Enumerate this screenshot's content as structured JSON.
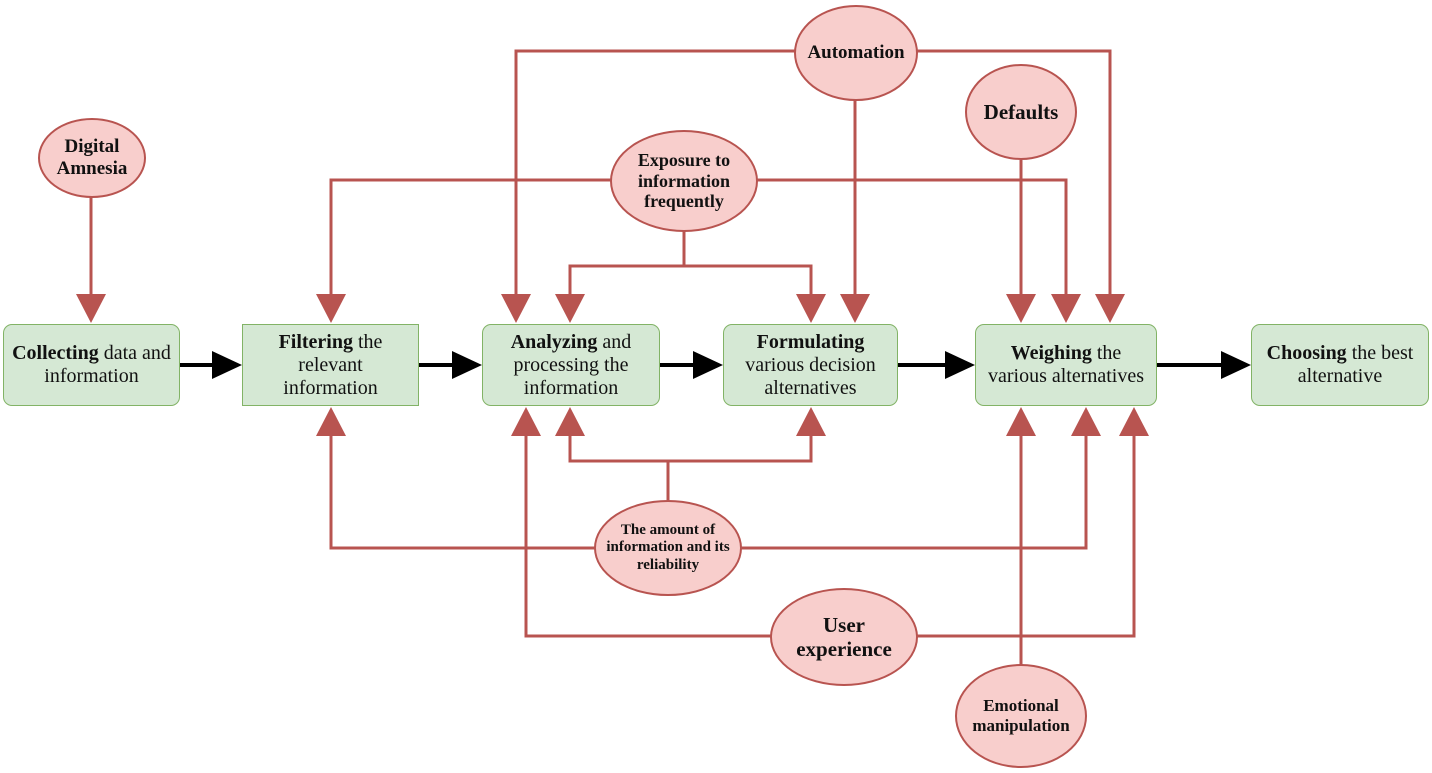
{
  "colors": {
    "step_fill": "#d5e8d4",
    "step_border": "#82b366",
    "factor_fill": "#f8cecc",
    "factor_border": "#b85450",
    "influence_arrow": "#b85450",
    "flow_arrow": "#000000"
  },
  "steps": {
    "collecting": {
      "bold": "Collecting",
      "rest": " data and information"
    },
    "filtering": {
      "bold": "Filtering",
      "rest": " the relevant information"
    },
    "analyzing": {
      "bold": "Analyzing",
      "rest": " and processing the information"
    },
    "formulating": {
      "bold": "Formulating",
      "rest": " various decision alternatives"
    },
    "weighing": {
      "bold": "Weighing",
      "rest": " the various alternatives"
    },
    "choosing": {
      "bold": "Choosing",
      "rest": " the best alternative"
    }
  },
  "factors": {
    "digital_amnesia": "Digital Amnesia",
    "automation": "Automation",
    "defaults": "Defaults",
    "exposure": "Exposure to information frequently",
    "amount": "The amount of information and its reliability",
    "user_experience": "User experience",
    "emotional": "Emotional manipulation"
  }
}
